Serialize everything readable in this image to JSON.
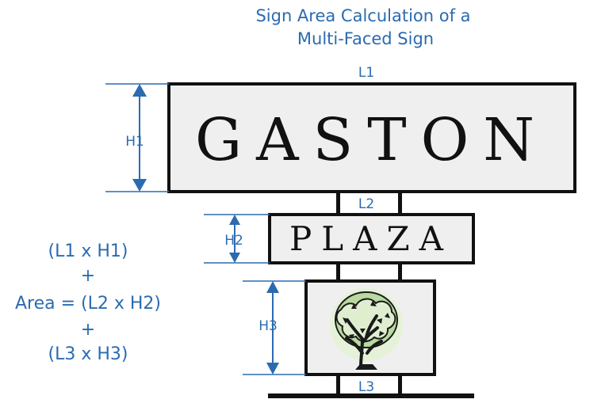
{
  "title": {
    "line1": "Sign Area Calculation of a",
    "line2": "Multi-Faced Sign"
  },
  "signs": {
    "top_text": "GASTON",
    "middle_text": "PLAZA",
    "bottom_graphic": "tree-icon"
  },
  "dimensions": {
    "l1": "L1",
    "h1": "H1",
    "l2": "L2",
    "h2": "H2",
    "l3": "L3",
    "h3": "H3"
  },
  "formula": {
    "term1": "(L1 x H1)",
    "plus1": "+",
    "term2": "Area = (L2 x H2)",
    "plus2": "+",
    "term3": "(L3 x H3)"
  },
  "colors": {
    "annotation_blue": "#2b6bb0",
    "panel_fill": "#efefef",
    "outline": "#111111",
    "tree_foliage": "#b9d9a0",
    "tree_glow": "#e6f2d8"
  }
}
